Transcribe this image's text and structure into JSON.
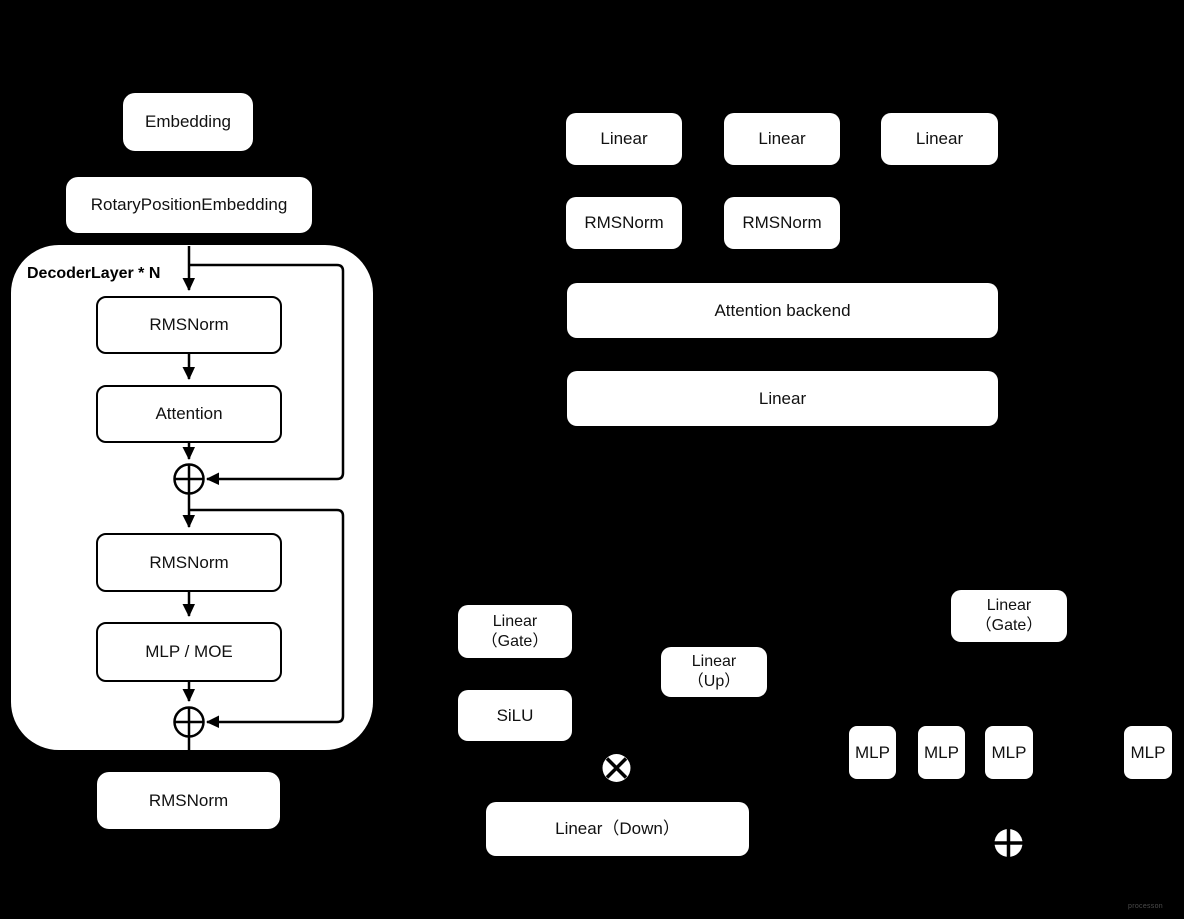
{
  "colors": {
    "background": "#000000",
    "box_fill": "#ffffff",
    "line": "#000000",
    "text": "#111111"
  },
  "embedding_flow": {
    "embedding": "Embedding",
    "rotary_position_embedding": "RotaryPositionEmbedding",
    "decoder_layer_label": "DecoderLayer * N",
    "input_rmsnorm": "RMSNorm",
    "attention": "Attention",
    "post_attention_rmsnorm": "RMSNorm",
    "mlp_moe": "MLP / MOE",
    "final_rmsnorm": "RMSNorm"
  },
  "attention_detail": {
    "linear_boxes": [
      "Linear",
      "Linear",
      "Linear"
    ],
    "rmsnorm_boxes": [
      "RMSNorm",
      "RMSNorm"
    ],
    "attention_backend": "Attention backend",
    "output_linear": "Linear"
  },
  "mlp_detail": {
    "linear_gate_line1": "Linear",
    "linear_gate_line2": "（Gate）",
    "linear_up_line1": "Linear",
    "linear_up_line2": "（Up）",
    "silu": "SiLU",
    "linear_down": "Linear（Down）"
  },
  "moe_detail": {
    "linear_gate_line1": "Linear",
    "linear_gate_line2": "（Gate）",
    "mlp_boxes": [
      "MLP",
      "MLP",
      "MLP",
      "MLP"
    ]
  },
  "icons": {
    "residual_add": "circled-plus",
    "elementwise_multiply": "circled-times"
  },
  "watermark": "processon"
}
